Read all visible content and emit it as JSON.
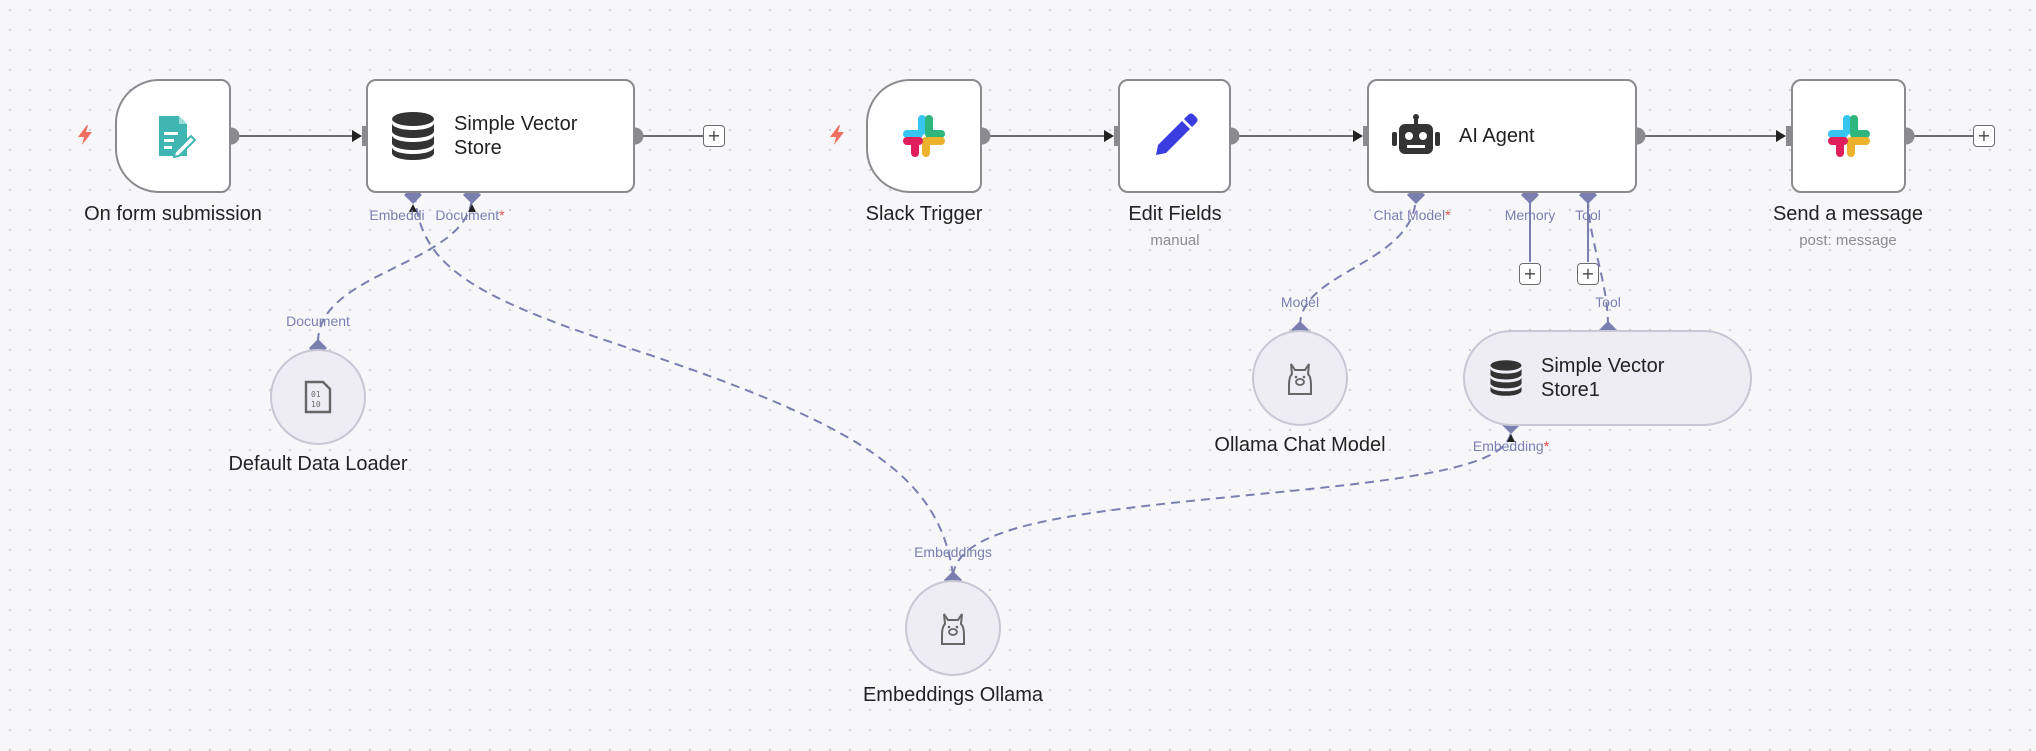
{
  "nodes": {
    "form_trigger": {
      "label": "On form submission"
    },
    "vector_store": {
      "title": "Simple Vector Store"
    },
    "data_loader": {
      "label": "Default Data Loader"
    },
    "embeddings": {
      "label": "Embeddings Ollama"
    },
    "slack_trigger": {
      "label": "Slack Trigger"
    },
    "edit_fields": {
      "label": "Edit Fields",
      "sublabel": "manual"
    },
    "ai_agent": {
      "title": "AI Agent"
    },
    "send_message": {
      "label": "Send a message",
      "sublabel": "post: message"
    },
    "ollama_chat": {
      "label": "Ollama Chat Model"
    },
    "vector_store1": {
      "title": "Simple Vector Store1"
    }
  },
  "ports": {
    "vs_embedding": "Embeddi",
    "vs_document": "Document",
    "loader_document": "Document",
    "embeddings_out": "Embeddings",
    "agent_chat_model": "Chat Model",
    "agent_memory": "Memory",
    "agent_tool": "Tool",
    "chat_model_out": "Model",
    "vs1_tool": "Tool",
    "vs1_embedding": "Embedding",
    "required_mark": "*"
  },
  "add_symbol": "+",
  "colors": {
    "connection": "#6b6b70",
    "sub_connection": "#7a7fb0",
    "trigger_bolt": "#ef6f5e",
    "form_icon": "#3fb6b2",
    "edit_icon": "#3a3ee0"
  }
}
